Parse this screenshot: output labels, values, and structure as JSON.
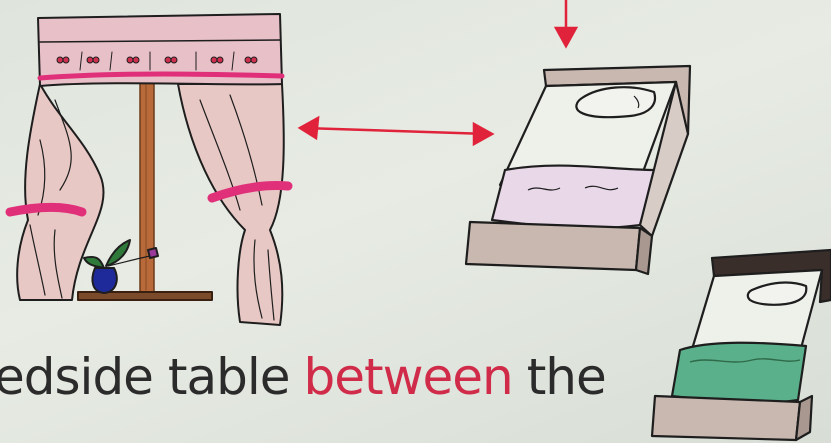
{
  "caption": {
    "part1": "edside table",
    "highlight": "between",
    "part2": "the"
  },
  "colors": {
    "background": "#e3e8e0",
    "arrow": "#e0233a",
    "curtain": "#e8c8c4",
    "curtain_tie": "#e0307a",
    "valance": "#e8c0c8",
    "window_frame": "#b86a3a",
    "vase": "#1f2a9a",
    "plant": "#2f7a3a",
    "bed_frame": "#c8b8b0",
    "bed_sheet": "#e8d8e8",
    "bed_sheet_small": "#5ab08a",
    "ink": "#1e1e1e",
    "highlight_text": "#d02b48"
  },
  "icons": [
    "curtained-window-drawing",
    "bed-drawing",
    "small-bed-drawing",
    "double-arrow-icon",
    "down-arrow-icon"
  ]
}
